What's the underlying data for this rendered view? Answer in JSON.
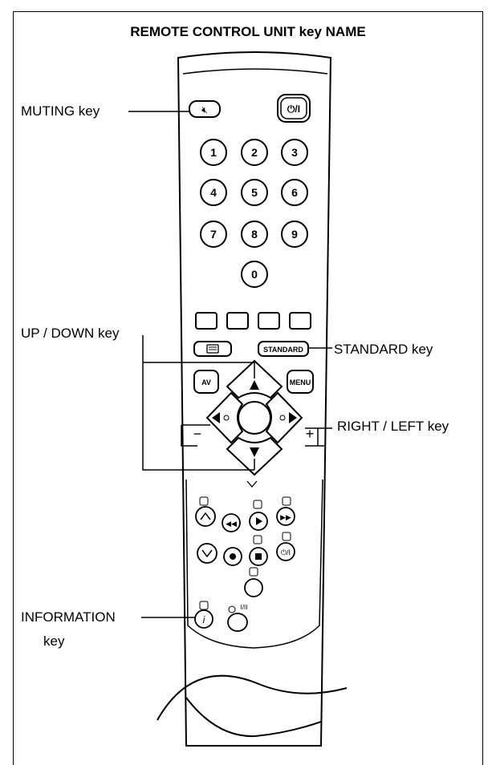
{
  "title": "REMOTE CONTROL UNIT key NAME",
  "callouts": {
    "muting": "MUTING key",
    "up_down": "UP / DOWN key",
    "standard": "STANDARD key",
    "right_left": "RIGHT / LEFT key",
    "information_line1": "INFORMATION",
    "information_line2": "key"
  },
  "remote": {
    "power_symbol": "⏻/I",
    "digits": [
      "1",
      "2",
      "3",
      "4",
      "5",
      "6",
      "7",
      "8",
      "9",
      "0"
    ],
    "standard_button": "STANDARD",
    "av_button": "AV",
    "menu_button": "MENU",
    "minus": "−",
    "plus": "+",
    "lower_power_label": "I/II"
  },
  "colors": {
    "line": "#000000",
    "remote_fill": "#ffffff",
    "panel_fill": "#f2f2f2"
  }
}
